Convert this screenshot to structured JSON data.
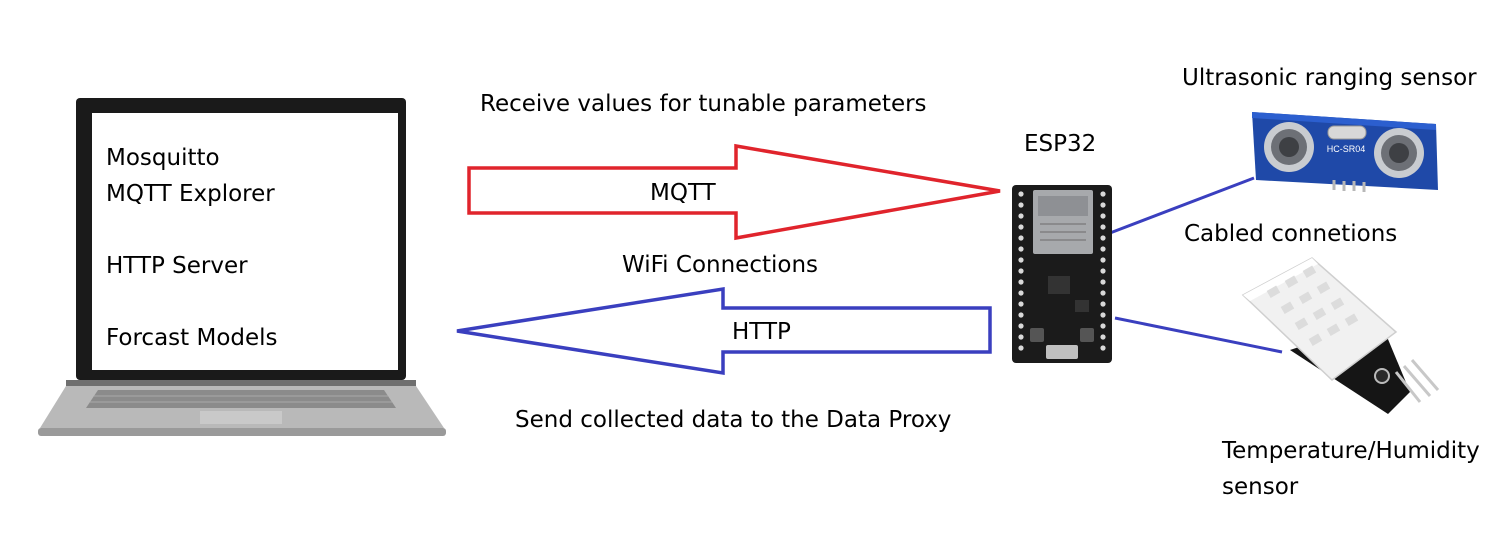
{
  "laptop": {
    "lines": [
      "Mosquitto",
      "MQTT Explorer",
      "HTTP Server",
      "Forcast Models"
    ]
  },
  "top_caption": "Receive values for tunable parameters",
  "bottom_caption": "Send collected data to the Data Proxy",
  "mqtt_label": "MQTT",
  "http_label": "HTTP",
  "wifi_label": "WiFi Connections",
  "esp32_label": "ESP32",
  "ultrasonic_label": "Ultrasonic ranging sensor",
  "cabled_label": "Cabled connetions",
  "temp_label_line1": "Temperature/Humidity",
  "temp_label_line2": "sensor",
  "ultrasonic_board_text": "HC-SR04",
  "colors": {
    "mqtt_arrow": "#e0242c",
    "http_arrow": "#3a3fbf",
    "cable": "#3a3fbf"
  }
}
